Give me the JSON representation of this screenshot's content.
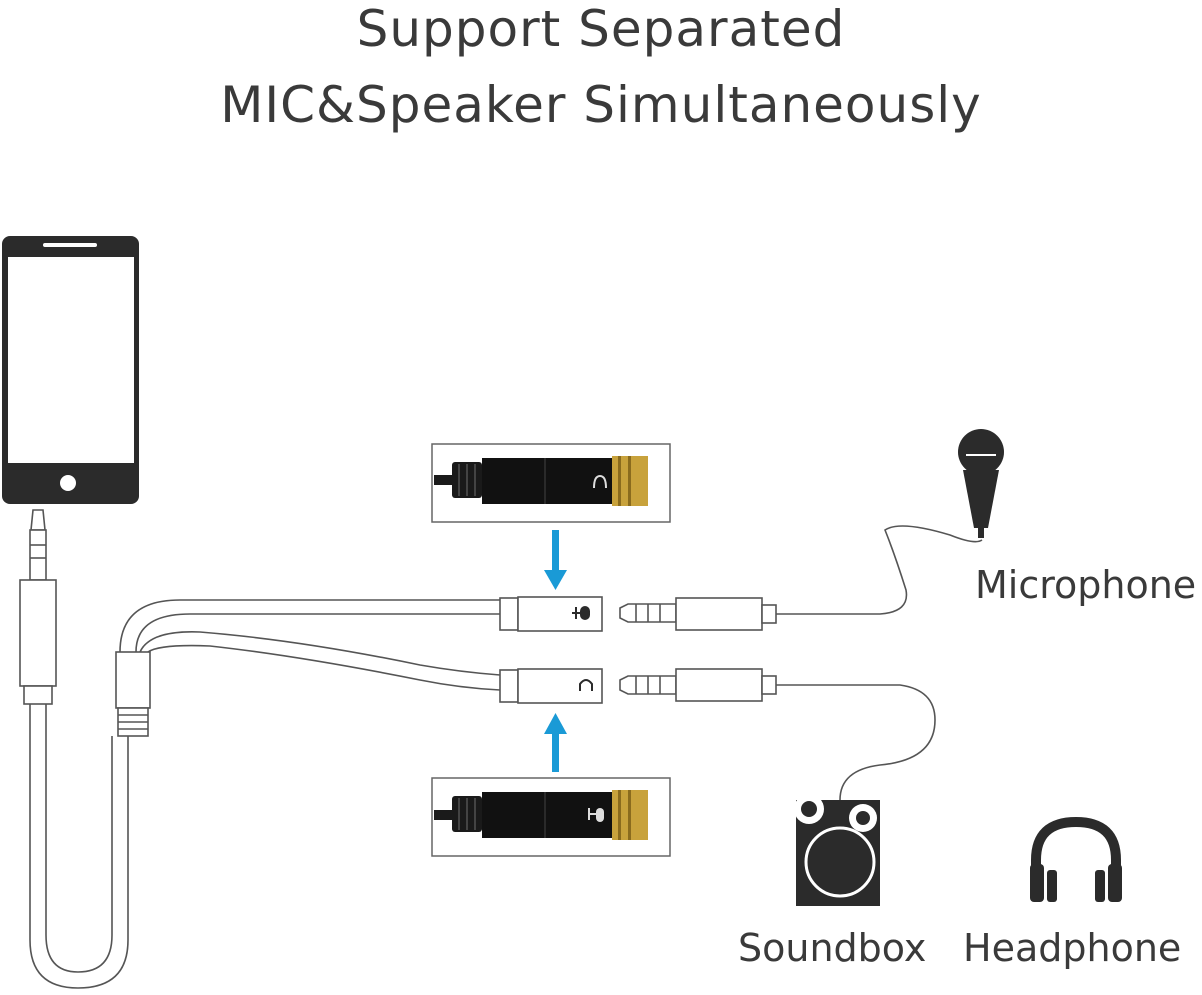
{
  "title": {
    "line1": "Support Separated",
    "line2": "MIC&Speaker Simultaneously"
  },
  "labels": {
    "microphone": "Microphone",
    "soundbox": "Soundbox",
    "headphone": "Headphone"
  },
  "icons": [
    "phone-icon",
    "microphone-icon",
    "soundbox-icon",
    "headphone-icon",
    "arrow-down-icon",
    "arrow-up-icon"
  ],
  "colors": {
    "text": "#3a3a3a",
    "arrow": "#1a9ad6",
    "device": "#2b2b2b",
    "gold": "#c8a23c",
    "line": "#555555"
  }
}
